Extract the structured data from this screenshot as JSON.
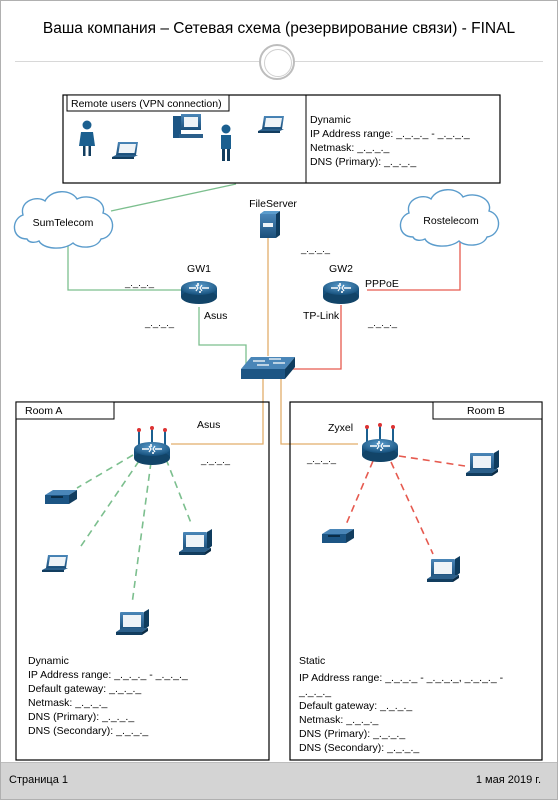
{
  "title": "Ваша компания – Сетевая схема (резервирование связи) - FINAL",
  "footer": {
    "page": "Страница 1",
    "date": "1 мая 2019 г."
  },
  "remote_users": {
    "title": "Remote users (VPN connection)",
    "lines": [
      "Dynamic",
      "IP Address range: _._._._ - _._._._",
      "Netmask: _._._._",
      "DNS (Primary): _._._._"
    ]
  },
  "clouds": {
    "left": "SumTelecom",
    "right": "Rostelecom"
  },
  "fileserver": "FileServer",
  "gw1": {
    "name": "GW1",
    "brand": "Asus",
    "ip_left": "_._._._",
    "ip_below": "_._._._"
  },
  "gw2": {
    "name": "GW2",
    "brand": "TP-Link",
    "protocol": "PPPoE",
    "ip_right": "_._._._"
  },
  "fileserver_ip": "_._._._",
  "room_a": {
    "title": "Room A",
    "router": "Asus",
    "router_ip": "_._._._",
    "lines": [
      "Dynamic",
      "IP Address range: _._._._ - _._._._",
      "Default gateway: _._._._",
      "Netmask: _._._._",
      "DNS (Primary): _._._._",
      "DNS (Secondary): _._._._"
    ]
  },
  "room_b": {
    "title": "Room B",
    "router": "Zyxel",
    "router_ip": "_._._._",
    "lines": [
      "Static",
      "IP Address range: _._._._ - _._._._, _._._._ -",
      "_._._._",
      "Default gateway: _._._._",
      "Netmask: _._._._",
      "DNS (Primary): _._._._",
      "DNS (Secondary): _._._._"
    ]
  },
  "colors": {
    "green": "#7cbf8e",
    "orange": "#e2ad6b",
    "red": "#e65a4f",
    "device": "#1b5f8f"
  }
}
